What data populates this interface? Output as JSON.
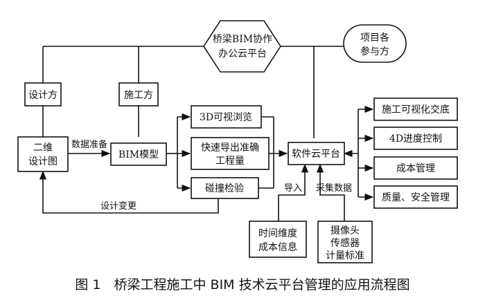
{
  "nodes": {
    "platform": [
      "桥梁BIM协作",
      "办公云平台"
    ],
    "participants": [
      "项目各",
      "参与方"
    ],
    "designer": "设计方",
    "constructor": "施工方",
    "drawing_2d": [
      "二维",
      "设计图"
    ],
    "bim_model": "BIM模型",
    "view_3d": "3D可视浏览",
    "quantity": [
      "快速导出准确",
      "工程量"
    ],
    "clash": "碰撞检验",
    "software_cloud": "软件云平台",
    "time_cost": [
      "时间维度",
      "成本信息"
    ],
    "sensors": [
      "摄像头",
      "传感器",
      "计量标准"
    ],
    "out_disclosure": "施工可视化交底",
    "out_4d": "4D进度控制",
    "out_cost": "成本管理",
    "out_quality": "质量、安全管理"
  },
  "edges": {
    "data_prep": "数据准备",
    "design_change": "设计变更",
    "import": "导入",
    "collect": "采集数据"
  },
  "caption": "图 1　桥梁工程施工中 BIM 技术云平台管理的应用流程图"
}
